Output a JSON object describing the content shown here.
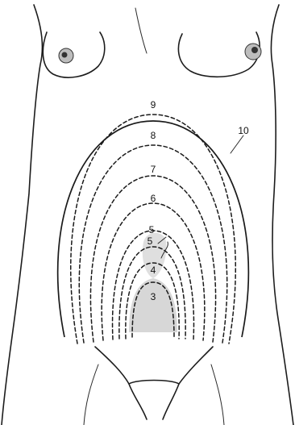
{
  "labels": {
    "l3": "3",
    "l4": "4",
    "l5": "5",
    "l6": "6",
    "l7": "7",
    "l8": "8",
    "l9": "9",
    "l10": "10"
  },
  "colors": {
    "line": "#1a1a1a",
    "shade": "#c9c9c9",
    "background": "#ffffff"
  }
}
